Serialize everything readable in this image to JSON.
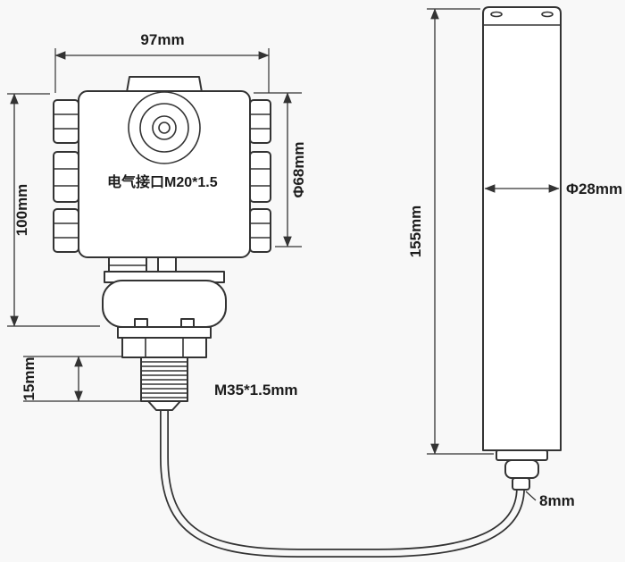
{
  "colors": {
    "background": "#f8f8f8",
    "line": "#333333",
    "text": "#1c1c1c"
  },
  "labels": {
    "housing_width": "97mm",
    "housing_height": "100mm",
    "housing_diameter": "Φ68mm",
    "electrical_port": "电气接口M20*1.5",
    "thread_length": "15mm",
    "thread_spec": "M35*1.5mm",
    "probe_length": "155mm",
    "probe_diameter": "Φ28mm",
    "cable_diameter": "8mm"
  }
}
